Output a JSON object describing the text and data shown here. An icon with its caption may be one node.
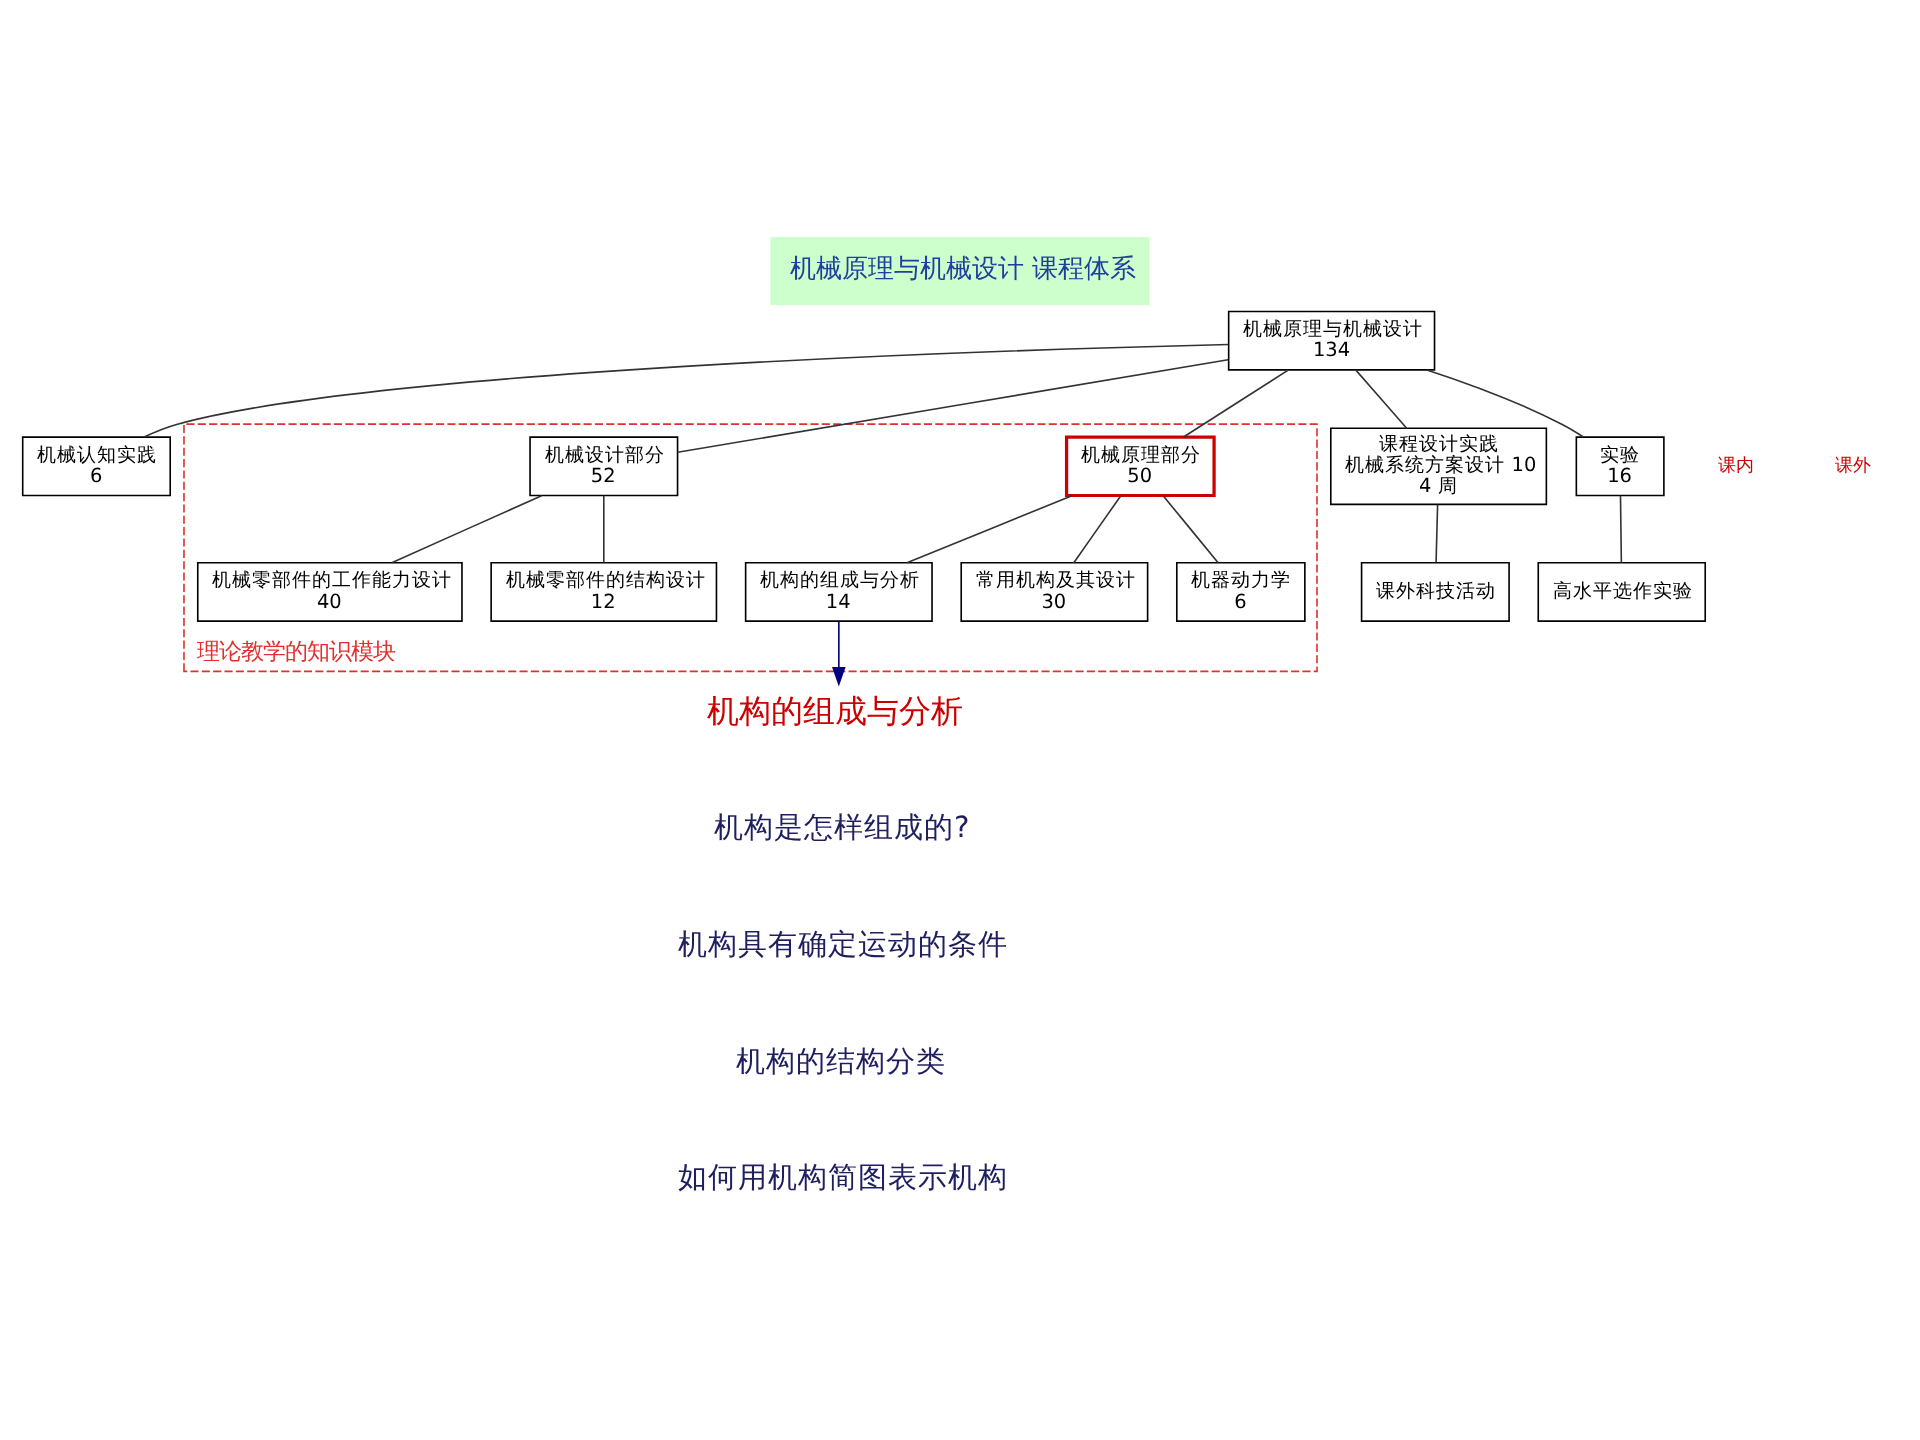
{
  "diagram": {
    "title": "机械原理与机械设计 课程体系",
    "nodes": [
      {
        "text": [
          "机械原理与机械设计",
          "134"
        ]
      },
      {
        "text": [
          "机械认知实践",
          "6"
        ]
      },
      {
        "text": [
          "理论教学的知识模块"
        ]
      },
      {
        "text": [
          "机械原理部分",
          "50"
        ],
        "in": 2
      },
      {
        "text": [
          "机械设计部分",
          "52"
        ],
        "in": 2
      },
      {
        "text": [
          "课程设计实践",
          "机械系统方案设计 10",
          "4 周"
        ]
      },
      {
        "text": [
          "实验",
          "16"
        ]
      },
      {
        "text": [
          "高水平选作实验"
        ]
      },
      {
        "text": [
          "机构的组成与分析",
          "14"
        ],
        "in": 2
      },
      {
        "text": [
          "常用机构及其设计",
          "30"
        ],
        "in": 2
      },
      {
        "text": [
          "机器动力学",
          "6"
        ],
        "in": 2
      },
      {
        "text": [
          "机械零部件的工作能力设计",
          "40"
        ],
        "in": 2
      },
      {
        "text": [
          "机械零部件的结构设计",
          "12"
        ],
        "in": 2
      },
      {
        "text": [
          "课外科技活动"
        ]
      },
      {
        "text": [
          "机构的组成与分析"
        ]
      }
    ],
    "edges": [
      {
        "from": 0,
        "to": 1,
        "arrow": "none"
      },
      {
        "from": 0,
        "to": 3,
        "arrow": "none"
      },
      {
        "from": 0,
        "to": 4,
        "arrow": "none"
      },
      {
        "from": 0,
        "to": 5,
        "arrow": "none"
      },
      {
        "from": 0,
        "to": 6,
        "arrow": "none"
      },
      {
        "from": 3,
        "to": 8,
        "arrow": "none"
      },
      {
        "from": 3,
        "to": 9,
        "arrow": "none"
      },
      {
        "from": 3,
        "to": 10,
        "arrow": "none"
      },
      {
        "from": 4,
        "to": 11,
        "arrow": "none"
      },
      {
        "from": 4,
        "to": 12,
        "arrow": "none"
      },
      {
        "from": 6,
        "to": 7,
        "arrow": "none"
      },
      {
        "from": 5,
        "to": 13,
        "arrow": "none"
      },
      {
        "from": 8,
        "to": 14,
        "arrow": "to",
        "color": "#000080"
      }
    ],
    "labels": [
      "课内",
      "课外",
      "机构是怎样组成的?",
      "机构具有确定运动的条件",
      "机构的结构分类",
      "如何用机构简图表示机构"
    ]
  }
}
